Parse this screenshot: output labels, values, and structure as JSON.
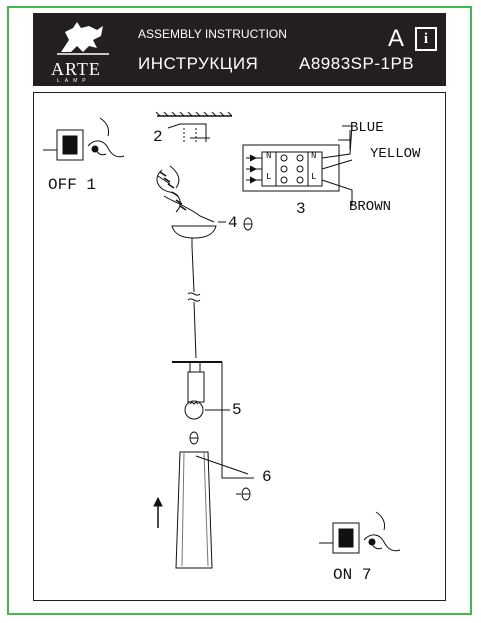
{
  "header": {
    "brand": "ARTE",
    "brand_sub": "LAMP",
    "title_en": "ASSEMBLY INSTRUCTION",
    "title_ru": "ИНСТРУКЦИЯ",
    "letter": "A",
    "info_glyph": "i",
    "model": "A8983SP-1PB"
  },
  "steps": {
    "off": "OFF",
    "step1": "1",
    "step2": "2",
    "step3": "3",
    "step4": "4",
    "step5": "5",
    "step6": "6",
    "on": "ON",
    "step7": "7"
  },
  "wires": {
    "blue": "BLUE",
    "yellow": "YELLOW",
    "brown": "BROWN"
  },
  "terminal_marks": {
    "n_left": "N",
    "l_left": "L",
    "n_right": "N",
    "l_right": "L"
  },
  "colors": {
    "frame": "#44b848",
    "header_bg": "#231f20",
    "ink": "#111111"
  },
  "icons": [
    "griffin-logo-icon",
    "info-book-icon",
    "power-switch-icon",
    "hand-icon",
    "ceiling-bracket-icon",
    "screw-icon",
    "bulb-icon",
    "up-arrow-icon"
  ]
}
